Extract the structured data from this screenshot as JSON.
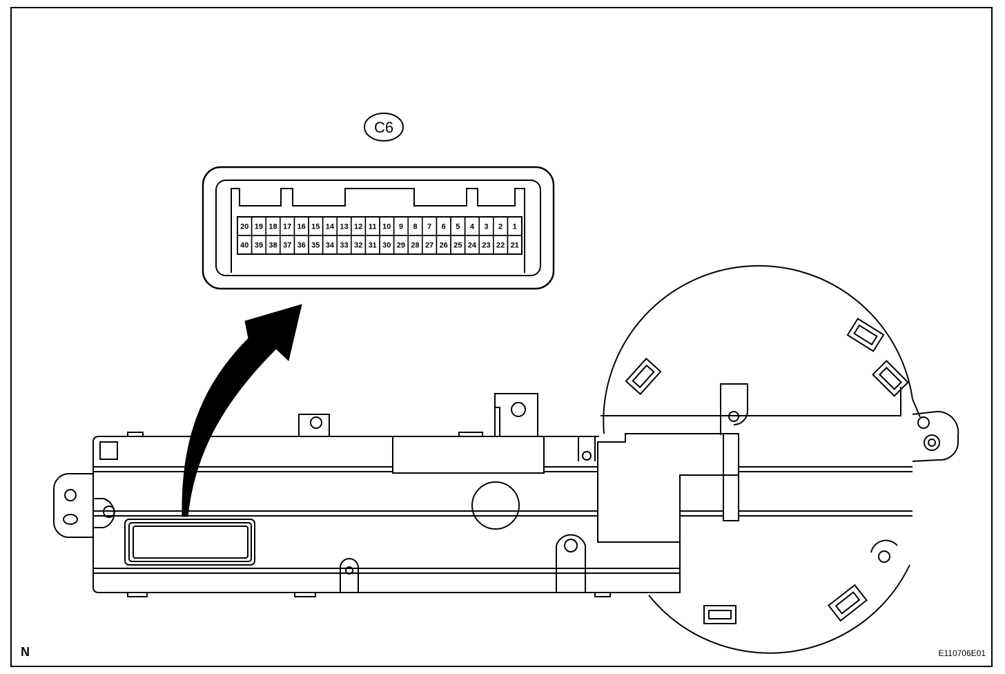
{
  "connector": {
    "label": "C6",
    "row_top": [
      "20",
      "19",
      "18",
      "17",
      "16",
      "15",
      "14",
      "13",
      "12",
      "11",
      "10",
      "9",
      "8",
      "7",
      "6",
      "5",
      "4",
      "3",
      "2",
      "1"
    ],
    "row_bottom": [
      "40",
      "39",
      "38",
      "37",
      "36",
      "35",
      "34",
      "33",
      "32",
      "31",
      "30",
      "29",
      "28",
      "27",
      "26",
      "25",
      "24",
      "23",
      "22",
      "21"
    ]
  },
  "corner_label": "N",
  "figure_code": "E110706E01",
  "colors": {
    "line": "#000000",
    "background": "#ffffff"
  }
}
